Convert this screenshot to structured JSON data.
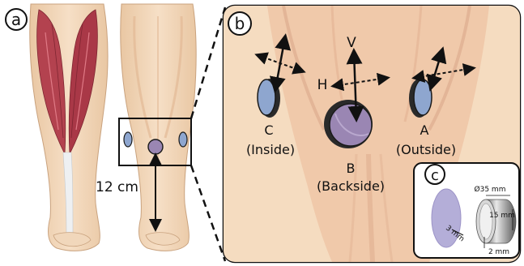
{
  "panels": {
    "a": {
      "badge": "a",
      "distance_label": "12 cm"
    },
    "b": {
      "badge": "b",
      "axis_vertical": "V",
      "axis_horizontal": "H",
      "sensor_c_letter": "C",
      "sensor_c_position": "(Inside)",
      "sensor_b_letter": "B",
      "sensor_b_position": "(Backside)",
      "sensor_a_letter": "A",
      "sensor_a_position": "(Outside)"
    },
    "c": {
      "badge": "c",
      "diameter_label": "Ø35 mm",
      "height_label": "15 mm",
      "wall_label": "2 mm",
      "thickness_label": "3 mm"
    }
  },
  "colors": {
    "skin": "#f4dcc0",
    "skin_shade": "#e9c5a0",
    "muscle": "#b3424f",
    "sensor_blue": "#8ea6cf",
    "sensor_purple": "#9a86b3",
    "outline": "#1a1a1a"
  }
}
